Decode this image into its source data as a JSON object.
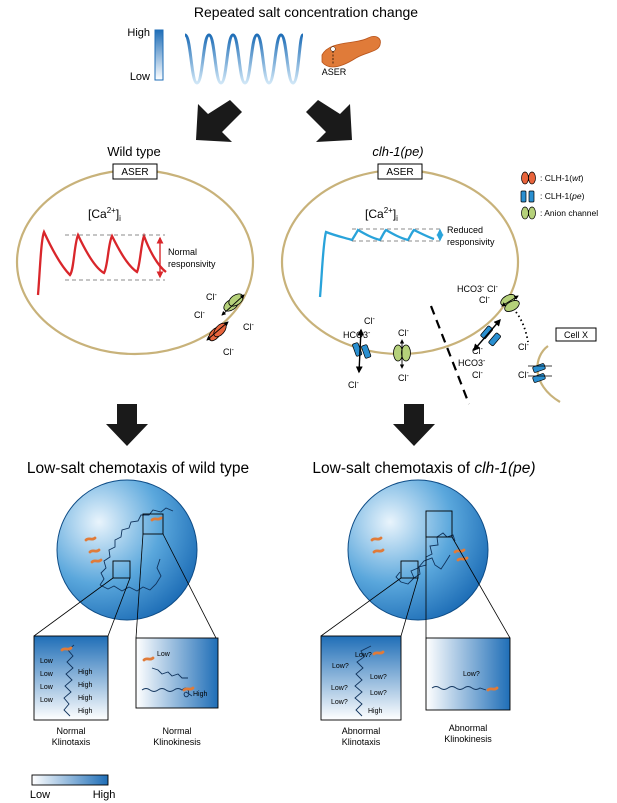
{
  "header": {
    "title": "Repeated salt concentration change",
    "scale_high": "High",
    "scale_low": "Low",
    "neuron_label": "ASER"
  },
  "wild_type": {
    "title": "Wild type",
    "cell_label": "ASER",
    "calcium_label": "[Ca",
    "calcium_sup": "2+",
    "calcium_close": "]",
    "calcium_sub": "i",
    "response_line1": "Normal",
    "response_line2": "responsivity",
    "ion_cl": "Cl",
    "ion_minus": "-",
    "chemotaxis_title": "Low-salt chemotaxis of wild type",
    "klinotaxis_labels": [
      "Low",
      "High",
      "Low",
      "High",
      "Low",
      "High",
      "Low",
      "High"
    ],
    "klinokinesis_low": "Low",
    "klinokinesis_high": "High",
    "caption_klinotaxis": [
      "Normal",
      "Klinotaxis"
    ],
    "caption_klinokinesis": [
      "Normal",
      "Klinokinesis"
    ]
  },
  "mutant": {
    "title": "clh-1(pe)",
    "cell_label": "ASER",
    "response_line1": "Reduced",
    "response_line2": "responsivity",
    "ion_hco3": "HCO3",
    "cell_x": "Cell X",
    "chemotaxis_title_prefix": "Low-salt chemotaxis of ",
    "chemotaxis_title_gene": "clh-1(pe)",
    "klinotaxis_labels": [
      "Low?",
      "Low?",
      "Low?",
      "Low?",
      "Low?",
      "Low?",
      "High"
    ],
    "klinokinesis_low": "Low?",
    "caption_klinotaxis": [
      "Abnormal",
      "Klinotaxis"
    ],
    "caption_klinokinesis": [
      "Abnormal",
      "Klinokinesis"
    ]
  },
  "legend": {
    "items": [
      {
        "label": ": CLH-1(",
        "italic": "wt",
        "close": ")",
        "color": "#e8643c"
      },
      {
        "label": ": CLH-1(",
        "italic": "pe",
        "close": ")",
        "color": "#2a8fd0"
      },
      {
        "label": ": Anion channel",
        "italic": "",
        "close": "",
        "color": "#b5d17a"
      }
    ]
  },
  "gradient_bar": {
    "low": "Low",
    "high": "High"
  },
  "colors": {
    "wt_trace": "#d9262b",
    "mutant_trace": "#29a3da",
    "worm": "#e07b39",
    "dish_dark": "#1e6fb8",
    "cell_outline": "#c8b27a"
  }
}
